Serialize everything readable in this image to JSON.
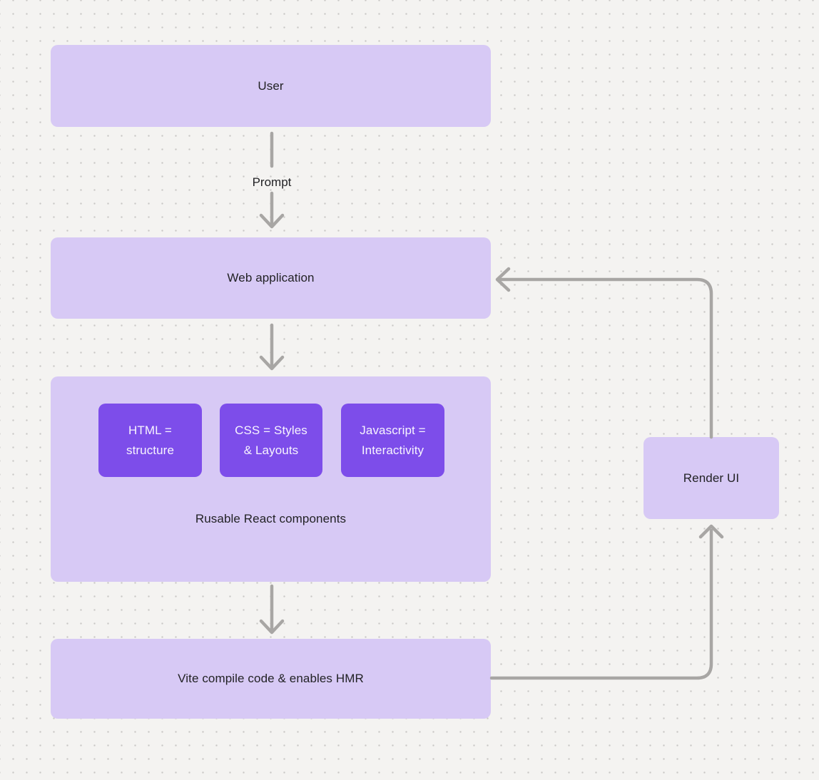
{
  "diagram": {
    "nodes": {
      "user": {
        "label": "User"
      },
      "web_application": {
        "label": "Web application"
      },
      "components_group": {
        "label": "Rusable React components",
        "children": [
          {
            "line1": "HTML =",
            "line2": "structure"
          },
          {
            "line1": "CSS = Styles",
            "line2": "& Layouts"
          },
          {
            "line1": "Javascript =",
            "line2": "Interactivity"
          }
        ]
      },
      "vite": {
        "label": "Vite compile code & enables HMR"
      },
      "render_ui": {
        "label": "Render UI"
      }
    },
    "edges": [
      {
        "from": "User",
        "to": "Web application",
        "label": "Prompt"
      },
      {
        "from": "Web application",
        "to": "Rusable React components",
        "label": ""
      },
      {
        "from": "Rusable React components",
        "to": "Vite compile code & enables HMR",
        "label": ""
      },
      {
        "from": "Vite compile code & enables HMR",
        "to": "Render UI",
        "label": ""
      },
      {
        "from": "Render UI",
        "to": "Web application",
        "label": ""
      }
    ],
    "colors": {
      "canvas-bg": "#f4f3f1",
      "dot": "#c9c7c5",
      "node-fill": "#d7c9f5",
      "accent-fill": "#7d4dea",
      "accent-text": "#f7f4fe",
      "node-text": "#222225",
      "connector": "#a8a6a4"
    }
  }
}
